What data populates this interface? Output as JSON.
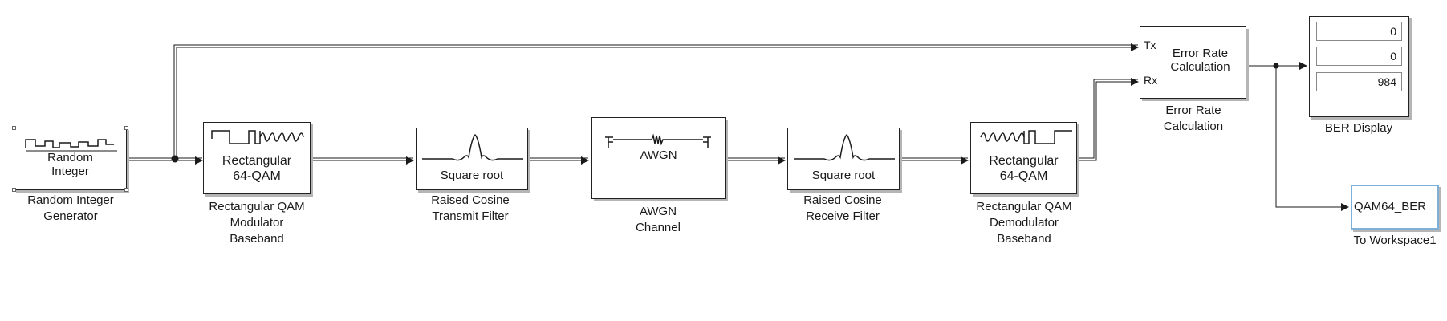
{
  "blocks": {
    "random_integer": {
      "inner": [
        "Random",
        "Integer"
      ],
      "label": [
        "Random Integer",
        "Generator"
      ]
    },
    "qam_modulator": {
      "inner": [
        "Rectangular",
        "64-QAM"
      ],
      "label": [
        "Rectangular QAM",
        "Modulator",
        "Baseband"
      ]
    },
    "tx_filter": {
      "inner": [
        "Square root"
      ],
      "label": [
        "Raised Cosine",
        "Transmit Filter"
      ]
    },
    "awgn": {
      "inner": [
        "AWGN"
      ],
      "label": [
        "AWGN",
        "Channel"
      ]
    },
    "rx_filter": {
      "inner": [
        "Square root"
      ],
      "label": [
        "Raised Cosine",
        "Receive Filter"
      ]
    },
    "qam_demodulator": {
      "inner": [
        "Rectangular",
        "64-QAM"
      ],
      "label": [
        "Rectangular QAM",
        "Demodulator",
        "Baseband"
      ]
    },
    "error_rate": {
      "inner": [
        "Error Rate",
        "Calculation"
      ],
      "port_tx": "Tx",
      "port_rx": "Rx",
      "label": [
        "Error Rate",
        "Calculation"
      ]
    },
    "ber_display": {
      "values": [
        "0",
        "0",
        "984"
      ],
      "label": [
        "BER Display"
      ]
    },
    "to_workspace": {
      "inner": [
        "QAM64_BER"
      ],
      "label": [
        "To Workspace1"
      ]
    }
  },
  "colors": {
    "line": "#1a1a1a",
    "shadow": "#b5b5b5",
    "selection": "#7fb0d8"
  }
}
